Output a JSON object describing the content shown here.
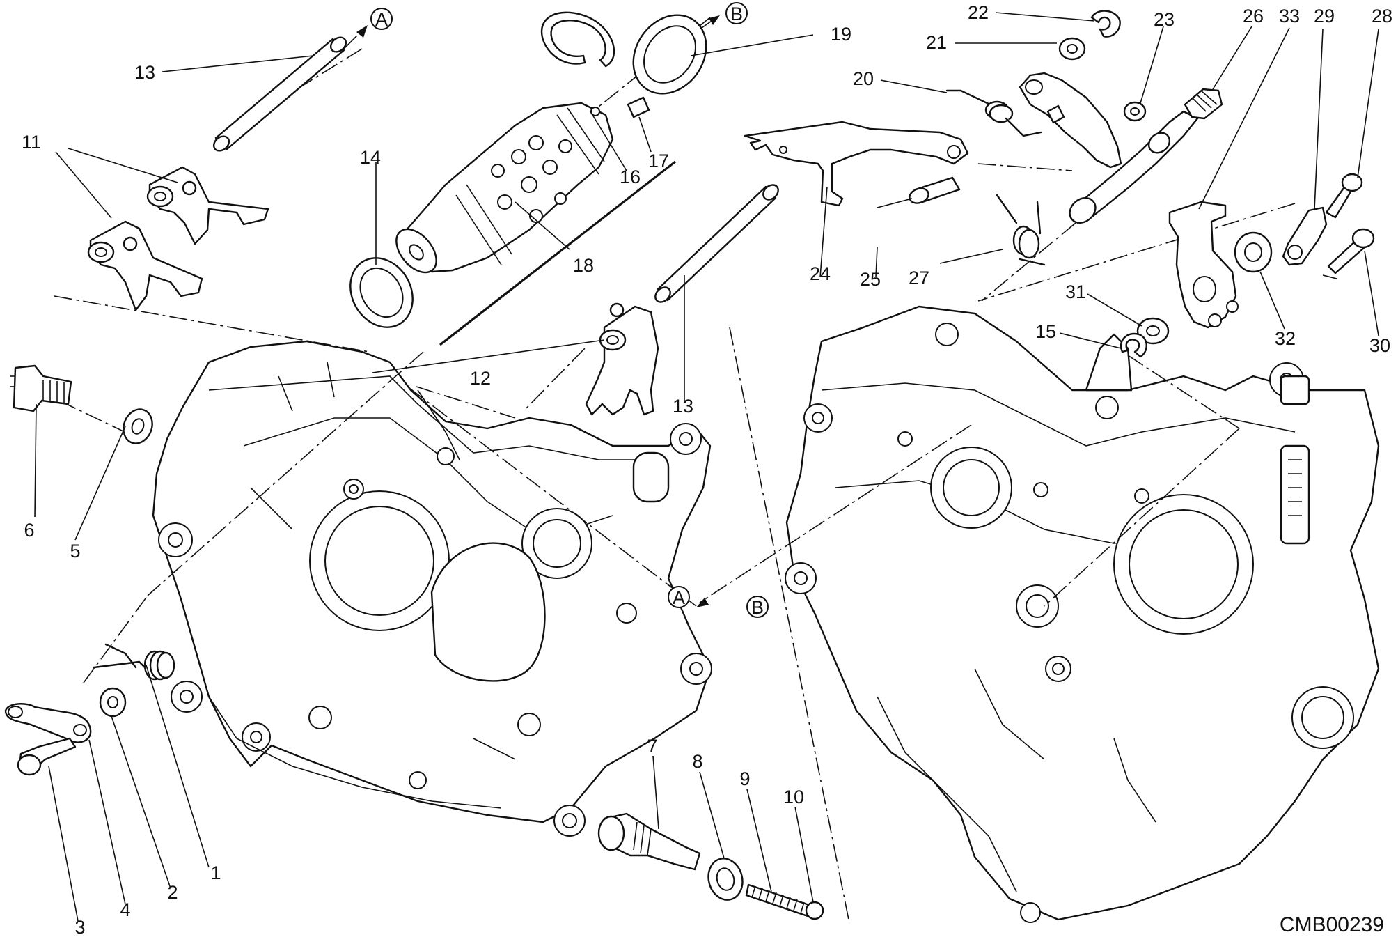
{
  "drawing_code": "CMB00239",
  "refs": {
    "A": "A",
    "B": "B"
  },
  "callouts": [
    "1",
    "2",
    "3",
    "4",
    "5",
    "6",
    "7",
    "8",
    "9",
    "10",
    "11",
    "12",
    "13",
    "13",
    "14",
    "15",
    "16",
    "17",
    "18",
    "19",
    "20",
    "21",
    "22",
    "23",
    "24",
    "25",
    "26",
    "27",
    "28",
    "29",
    "30",
    "31",
    "32",
    "33"
  ]
}
